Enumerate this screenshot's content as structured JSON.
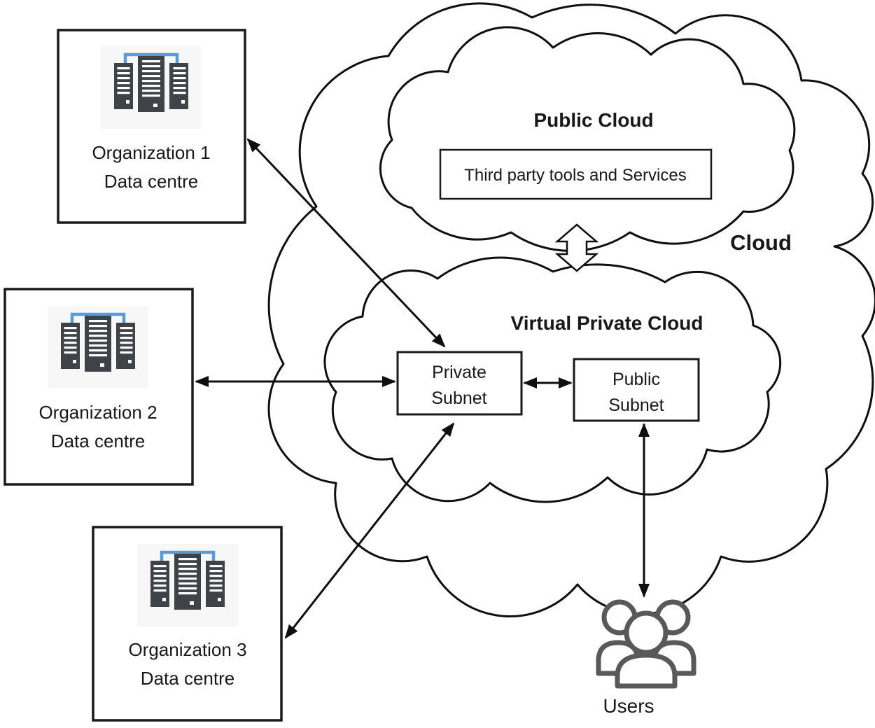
{
  "nodes": {
    "org1": {
      "line1": "Organization 1",
      "line2": "Data centre"
    },
    "org2": {
      "line1": "Organization 2",
      "line2": "Data centre"
    },
    "org3": {
      "line1": "Organization 3",
      "line2": "Data centre"
    },
    "cloud": {
      "label": "Cloud"
    },
    "public_cloud": {
      "label": "Public Cloud"
    },
    "third_party": {
      "label": "Third party tools and Services"
    },
    "vpc": {
      "label": "Virtual Private Cloud"
    },
    "private_subnet": {
      "line1": "Private",
      "line2": "Subnet"
    },
    "public_subnet": {
      "line1": "Public",
      "line2": "Subnet"
    },
    "users": {
      "label": "Users"
    }
  },
  "icons": {
    "server_cluster": "server-cluster-icon",
    "users_group": "users-group-icon"
  },
  "colors": {
    "outline": "#0f0f0f",
    "text": "#181818",
    "server_body": "#3f4347",
    "server_stripe": "#ffffff",
    "server_bracket": "#5b9bd5",
    "server_backdrop": "#f7f7f7",
    "users_icon": "#595959",
    "background": "#ffffff"
  },
  "connections": [
    {
      "from": "Organization 1 Data centre",
      "to": "Private Subnet",
      "bidirectional": true
    },
    {
      "from": "Organization 2 Data centre",
      "to": "Private Subnet",
      "bidirectional": true
    },
    {
      "from": "Organization 3 Data centre",
      "to": "Private Subnet",
      "bidirectional": true
    },
    {
      "from": "Private Subnet",
      "to": "Public Subnet",
      "bidirectional": true
    },
    {
      "from": "Public Subnet",
      "to": "Users",
      "bidirectional": true
    },
    {
      "from": "Public Cloud",
      "to": "Virtual Private Cloud",
      "bidirectional": true
    }
  ]
}
